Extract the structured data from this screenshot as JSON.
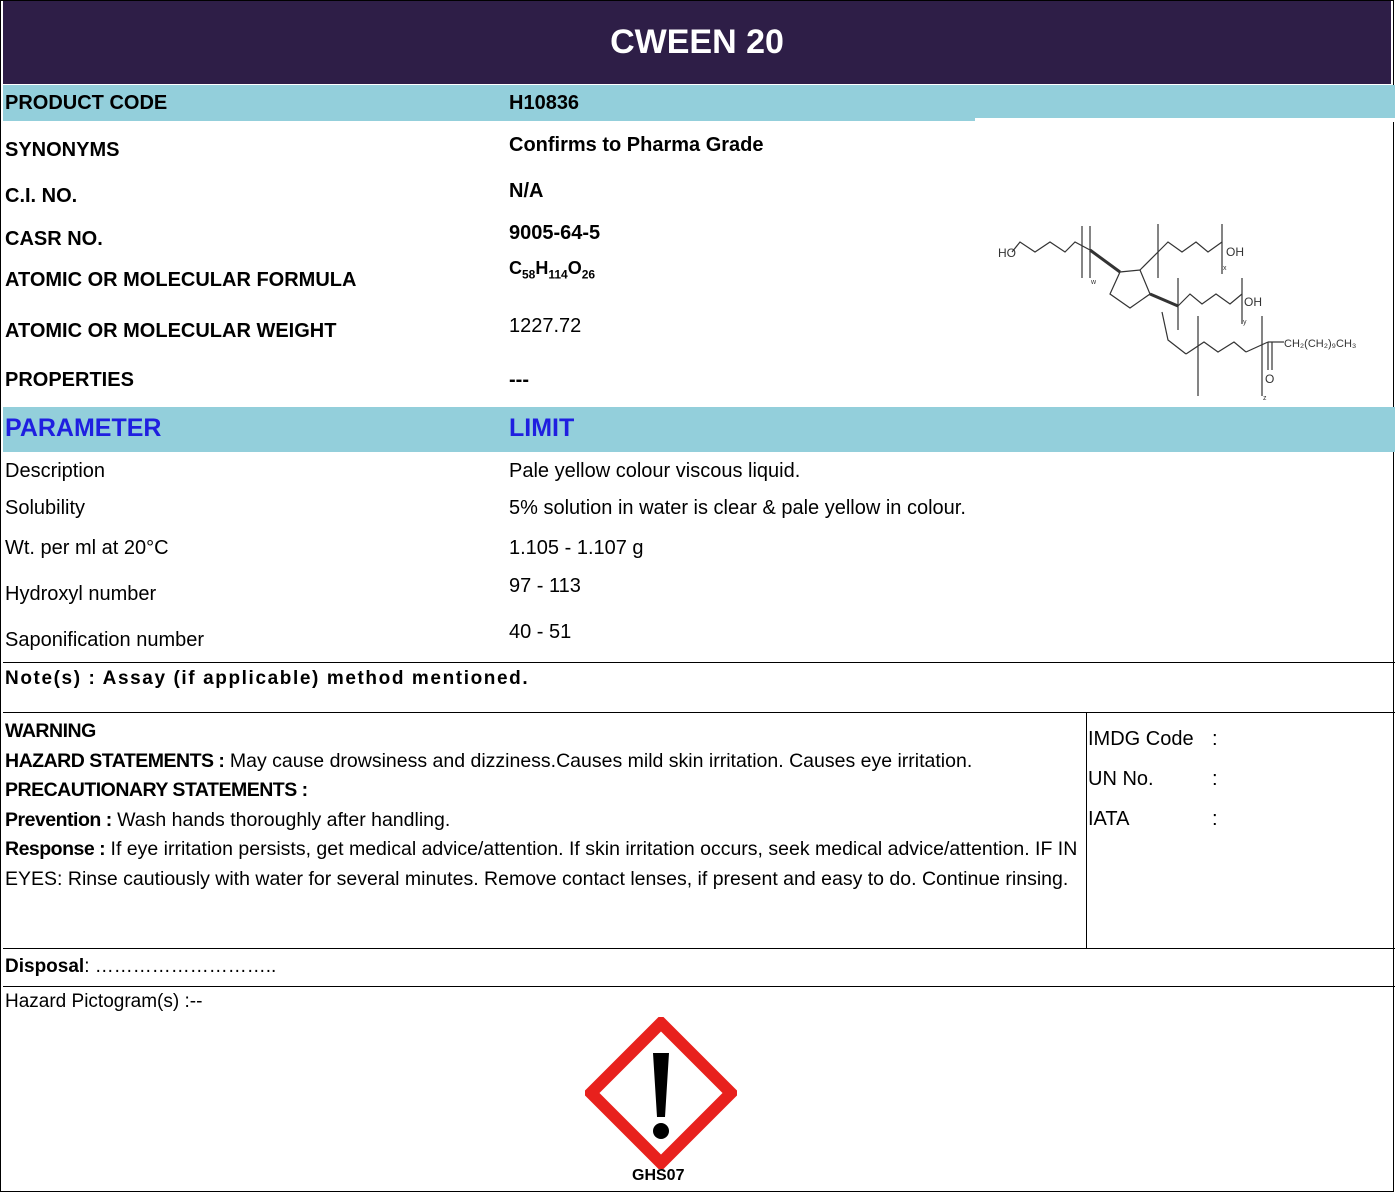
{
  "title": "CWEEN 20",
  "info": {
    "product_code_label": "PRODUCT CODE",
    "product_code": "H10836",
    "synonyms_label": "SYNONYMS",
    "synonyms": "Confirms to Pharma Grade",
    "ci_label": "C.I. NO.",
    "ci": "N/A",
    "casr_label": "CASR NO.",
    "casr": "9005-64-5",
    "formula_label": "ATOMIC OR MOLECULAR FORMULA",
    "formula_c": "C",
    "formula_c_sub": "58",
    "formula_h": "H",
    "formula_h_sub": "114",
    "formula_o": "O",
    "formula_o_sub": "26",
    "weight_label": "ATOMIC OR MOLECULAR WEIGHT",
    "weight": "1227.72",
    "properties_label": "PROPERTIES",
    "properties": "---"
  },
  "structure_labels": {
    "ho": "HO",
    "oh1": "OH",
    "oh2": "OH",
    "tail": "CH₂(CH₂)₉CH₃",
    "w": "w",
    "x": "x",
    "y": "y",
    "z": "z",
    "o": "O"
  },
  "params_header": {
    "parameter": "PARAMETER",
    "limit": "LIMIT"
  },
  "params": [
    {
      "name": "Description",
      "limit": "Pale yellow colour viscous liquid."
    },
    {
      "name": "Solubility",
      "limit": "5% solution in water is clear & pale yellow in colour."
    },
    {
      "name": "Wt. per ml at 20°C",
      "limit": "1.105 - 1.107 g"
    },
    {
      "name": "Hydroxyl number",
      "limit": "97 - 113"
    },
    {
      "name": "Saponification number",
      "limit": "40 - 51"
    }
  ],
  "note": "Note(s) : Assay (if applicable) method mentioned.",
  "safety": {
    "warning": "WARNING",
    "hazard_label": "HAZARD STATEMENTS :",
    "hazard_text": " May cause drowsiness and dizziness.Causes mild skin irritation. Causes eye irritation.",
    "precaution_label": "PRECAUTIONARY STATEMENTS :",
    "prevention_label": "Prevention :",
    "prevention_text": " Wash hands thoroughly after handling.",
    "response_label": "Response :",
    "response_text": " If eye irritation persists, get medical advice/attention. If skin irritation occurs, seek medical advice/attention. IF IN EYES: Rinse cautiously with water for several minutes. Remove contact lenses, if present and easy to do. Continue rinsing."
  },
  "transport": [
    {
      "label": "IMDG Code",
      "colon": ":"
    },
    {
      "label": "UN No.",
      "colon": ":"
    },
    {
      "label": "IATA",
      "colon": ":"
    }
  ],
  "disposal": {
    "label": "Disposal",
    "text": ": ……………………….."
  },
  "pictogram": {
    "heading": "Hazard Pictogram(s) :--",
    "code": "GHS07",
    "icon": "exclamation-mark-icon",
    "color": "#e8211d"
  },
  "colors": {
    "title_bg": "#2e1e47",
    "band": "#93cfdb",
    "header_text": "#1f1fe0"
  }
}
